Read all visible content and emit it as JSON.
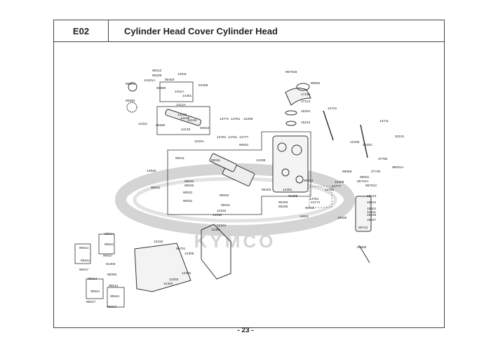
{
  "header": {
    "section_code": "E02",
    "title": "Cylinder Head Cover  Cylinder Head"
  },
  "watermark": {
    "brand": "KYMCO"
  },
  "footer": {
    "page_number": "- 23 -"
  },
  "part_numbers": [
    "90012",
    "80208",
    "14611",
    "90403",
    "14321A",
    "90083",
    "90680",
    "1411A",
    "91308",
    "14451",
    "90083",
    "1412A",
    "14102",
    "14105",
    "14104",
    "14321",
    "90680",
    "94810",
    "14133",
    "95701B",
    "90652",
    "17100",
    "17113",
    "16201",
    "15212",
    "14721",
    "14771",
    "14751",
    "12209",
    "14781",
    "14761",
    "14777",
    "90601",
    "1220A",
    "14711",
    "12206",
    "1220C",
    "32101",
    "12208",
    "37780",
    "90059",
    "27720",
    "96001A",
    "14546",
    "96001",
    "90011",
    "90011",
    "90031",
    "90032",
    "90021",
    "90002",
    "90031",
    "90011",
    "90403",
    "90033",
    "12209",
    "14777",
    "14751",
    "14401",
    "91308",
    "90403",
    "14761",
    "14771",
    "90205",
    "90012",
    "14611",
    "96001",
    "95701A",
    "95701C",
    "18613",
    "18612",
    "18601",
    "12311",
    "18645",
    "18647",
    "18646",
    "90712",
    "94050",
    "14153",
    "14152",
    "14154",
    "12361",
    "12310",
    "90701",
    "12305",
    "12304",
    "12302",
    "12303",
    "90014",
    "90541",
    "90014",
    "90541",
    "90017",
    "90017",
    "91303",
    "90084",
    "90014",
    "90541",
    "90017",
    "90014",
    "90541",
    "90017"
  ]
}
